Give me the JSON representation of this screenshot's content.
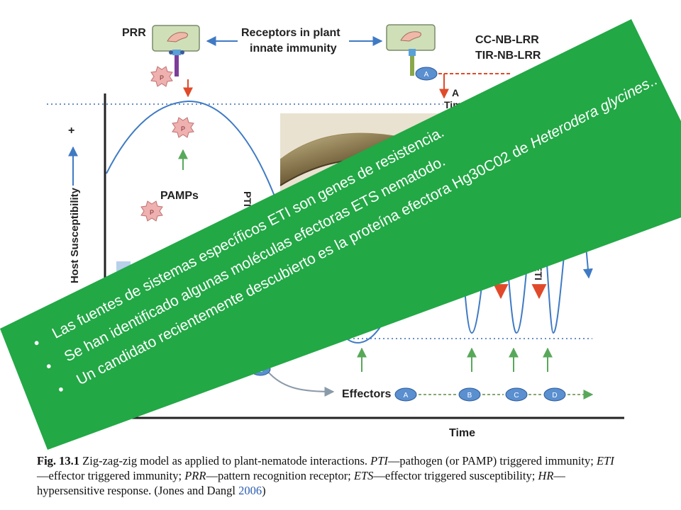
{
  "diagram": {
    "prr_label": "PRR",
    "receptors_label_line1": "Receptors in plant",
    "receptors_label_line2": "innate immunity",
    "nblrr_line1": "CC-NB-LRR",
    "nblrr_line2": "TIR-NB-LRR",
    "y_axis_label": "Host Susceptibility",
    "y_axis_plus": "+",
    "time_top": "Time",
    "time_bottom": "Time",
    "pamps_label": "PAMPs",
    "pti_label": "PTI",
    "effectors_label": "Effectors",
    "eti_label": "ETI",
    "marker_p": "P",
    "marker_a": "A",
    "marker_e": "E",
    "effector_a": "A",
    "effector_b": "B",
    "effector_c": "C",
    "effector_d": "D",
    "colors": {
      "curve": "#3f7ac4",
      "effector_arrow": "#58a85a",
      "eti": "#e04a2a",
      "banner": "#22a845",
      "dotted": "#6a8fc8"
    }
  },
  "caption": {
    "fig_label": "Fig. 13.1",
    "text_1": " Zig-zag-zig model as applied to plant-nematode interactions. ",
    "pti_term": "PTI",
    "text_2": "—pathogen (or PAMP) triggered immunity; ",
    "eti_term": "ETI",
    "text_3": "—effector triggered immunity; ",
    "prr_term": "PRR",
    "text_4": "—pattern recognition receptor; ",
    "ets_term": "ETS",
    "text_5": "—effector triggered susceptibility; ",
    "hr_term": "HR",
    "text_6": "—hypersensitive response. (Jones and Dangl ",
    "year": "2006",
    "text_7": ")"
  },
  "overlay": {
    "bullet_1": "Las fuentes de sistemas específicos ETI son genes de resistencia.",
    "bullet_2": "Se han identificado algunas moléculas efectoras ETS nematodo.",
    "bullet_3_prefix": "Un candidato recientemente descubierto es la proteína efectora Hg30C02 de ",
    "bullet_3_species": "Heterodera glycines",
    "bullet_3_suffix": ".."
  }
}
